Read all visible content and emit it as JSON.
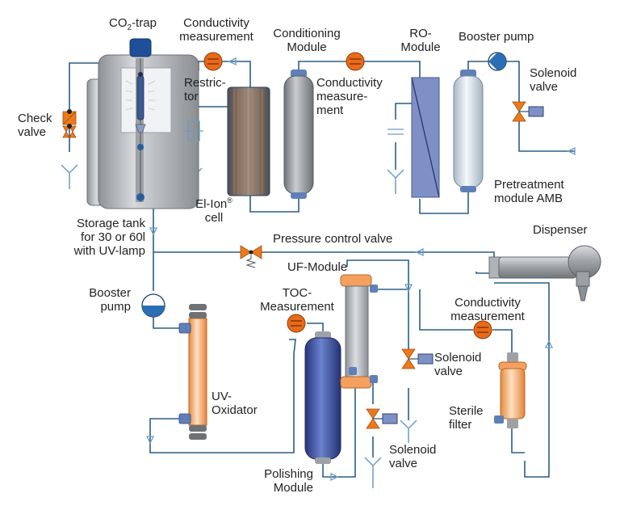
{
  "labels": {
    "co2_trap": "CO",
    "co2_trap_sub": "2",
    "co2_trap_suffix": "-trap",
    "conductivity_1_line1": "Conductivity",
    "conductivity_1_line2": "measurement",
    "conditioning_line1": "Conditioning",
    "conditioning_line2": "Module",
    "ro_line1": "RO-",
    "ro_line2": "Module",
    "booster_pump_top": "Booster pump",
    "restrictor_line1": "Restric-",
    "restrictor_line2": "tor",
    "conductivity_2_line1": "Conductivity",
    "conductivity_2_line2": "measure-",
    "conductivity_2_line3": "ment",
    "solenoid_top_line1": "Solenoid",
    "solenoid_top_line2": "valve",
    "check_valve_line1": "Check",
    "check_valve_line2": "valve",
    "pretreatment_line1": "Pretreatment",
    "pretreatment_line2": "module AMB",
    "elion_line1": "El-Ion",
    "elion_sup": "®",
    "elion_line2": "cell",
    "storage_line1": "Storage tank",
    "storage_line2": "for 30 or 60l",
    "storage_line3": "with UV-lamp",
    "dispenser": "Dispenser",
    "pressure_control": "Pressure control valve",
    "uf_module": "UF-Module",
    "booster_pump_bottom_line1": "Booster",
    "booster_pump_bottom_line2": "pump",
    "toc_line1": "TOC-",
    "toc_line2": "Measurement",
    "conductivity_3_line1": "Conductivity",
    "conductivity_3_line2": "measurement",
    "solenoid_mid_line1": "Solenoid",
    "solenoid_mid_line2": "valve",
    "uv_oxidator_line1": "UV-",
    "uv_oxidator_line2": "Oxidator",
    "sterile_line1": "Sterile",
    "sterile_line2": "filter",
    "solenoid_bottom_line1": "Solenoid",
    "solenoid_bottom_line2": "valve",
    "polishing_line1": "Polishing",
    "polishing_line2": "Module"
  },
  "colors": {
    "pipe": "#2a5f86",
    "valve": "#ec7a1c",
    "meter": "#ea6a1a",
    "tank": "#b7babd",
    "ro_module": "#7f90c6",
    "pretreatment": "#dde7ee",
    "conditioning": "#9ea3a8",
    "polishing": "#3e52a2",
    "uv_oxidator": "#f6b176",
    "pump": "#2a6fb4"
  }
}
